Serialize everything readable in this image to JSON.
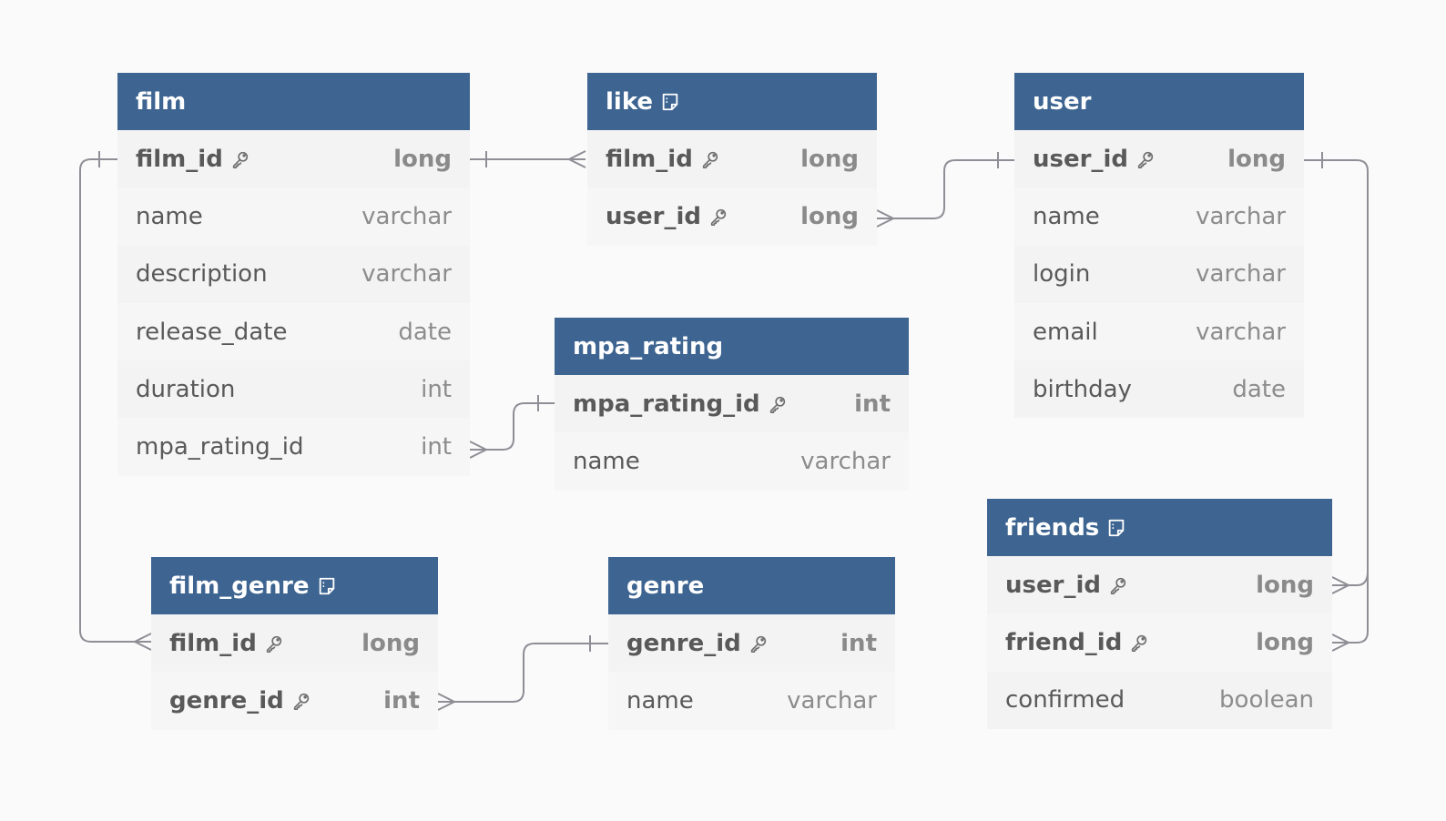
{
  "tables": {
    "film": {
      "name": "film",
      "has_note": false,
      "fields": [
        {
          "name": "film_id",
          "type": "long",
          "pk": true
        },
        {
          "name": "name",
          "type": "varchar",
          "pk": false
        },
        {
          "name": "description",
          "type": "varchar",
          "pk": false
        },
        {
          "name": "release_date",
          "type": "date",
          "pk": false
        },
        {
          "name": "duration",
          "type": "int",
          "pk": false
        },
        {
          "name": "mpa_rating_id",
          "type": "int",
          "pk": false
        }
      ]
    },
    "like": {
      "name": "like",
      "has_note": true,
      "fields": [
        {
          "name": "film_id",
          "type": "long",
          "pk": true
        },
        {
          "name": "user_id",
          "type": "long",
          "pk": true
        }
      ]
    },
    "user": {
      "name": "user",
      "has_note": false,
      "fields": [
        {
          "name": "user_id",
          "type": "long",
          "pk": true
        },
        {
          "name": "name",
          "type": "varchar",
          "pk": false
        },
        {
          "name": "login",
          "type": "varchar",
          "pk": false
        },
        {
          "name": "email",
          "type": "varchar",
          "pk": false
        },
        {
          "name": "birthday",
          "type": "date",
          "pk": false
        }
      ]
    },
    "mpa_rating": {
      "name": "mpa_rating",
      "has_note": false,
      "fields": [
        {
          "name": "mpa_rating_id",
          "type": "int",
          "pk": true
        },
        {
          "name": "name",
          "type": "varchar",
          "pk": false
        }
      ]
    },
    "film_genre": {
      "name": "film_genre",
      "has_note": true,
      "fields": [
        {
          "name": "film_id",
          "type": "long",
          "pk": true
        },
        {
          "name": "genre_id",
          "type": "int",
          "pk": true
        }
      ]
    },
    "genre": {
      "name": "genre",
      "has_note": false,
      "fields": [
        {
          "name": "genre_id",
          "type": "int",
          "pk": true
        },
        {
          "name": "name",
          "type": "varchar",
          "pk": false
        }
      ]
    },
    "friends": {
      "name": "friends",
      "has_note": true,
      "fields": [
        {
          "name": "user_id",
          "type": "long",
          "pk": true
        },
        {
          "name": "friend_id",
          "type": "long",
          "pk": true
        },
        {
          "name": "confirmed",
          "type": "boolean",
          "pk": false
        }
      ]
    }
  },
  "relationships": [
    {
      "from": "film.film_id",
      "to": "like.film_id",
      "from_card": "one",
      "to_card": "many"
    },
    {
      "from": "user.user_id",
      "to": "like.user_id",
      "from_card": "one",
      "to_card": "many"
    },
    {
      "from": "mpa_rating.mpa_rating_id",
      "to": "film.mpa_rating_id",
      "from_card": "one",
      "to_card": "many"
    },
    {
      "from": "film.film_id",
      "to": "film_genre.film_id",
      "from_card": "one",
      "to_card": "many"
    },
    {
      "from": "genre.genre_id",
      "to": "film_genre.genre_id",
      "from_card": "one",
      "to_card": "many"
    },
    {
      "from": "user.user_id",
      "to": "friends.user_id",
      "from_card": "one",
      "to_card": "many"
    },
    {
      "from": "user.user_id",
      "to": "friends.friend_id",
      "from_card": "one",
      "to_card": "many"
    }
  ],
  "colors": {
    "header": "#3e6591",
    "header_text": "#ffffff",
    "row_bg": "#f3f3f3",
    "field_text": "#595959",
    "type_text": "#8c8c8c",
    "connector": "#8e8e96",
    "background": "#fafafa"
  }
}
